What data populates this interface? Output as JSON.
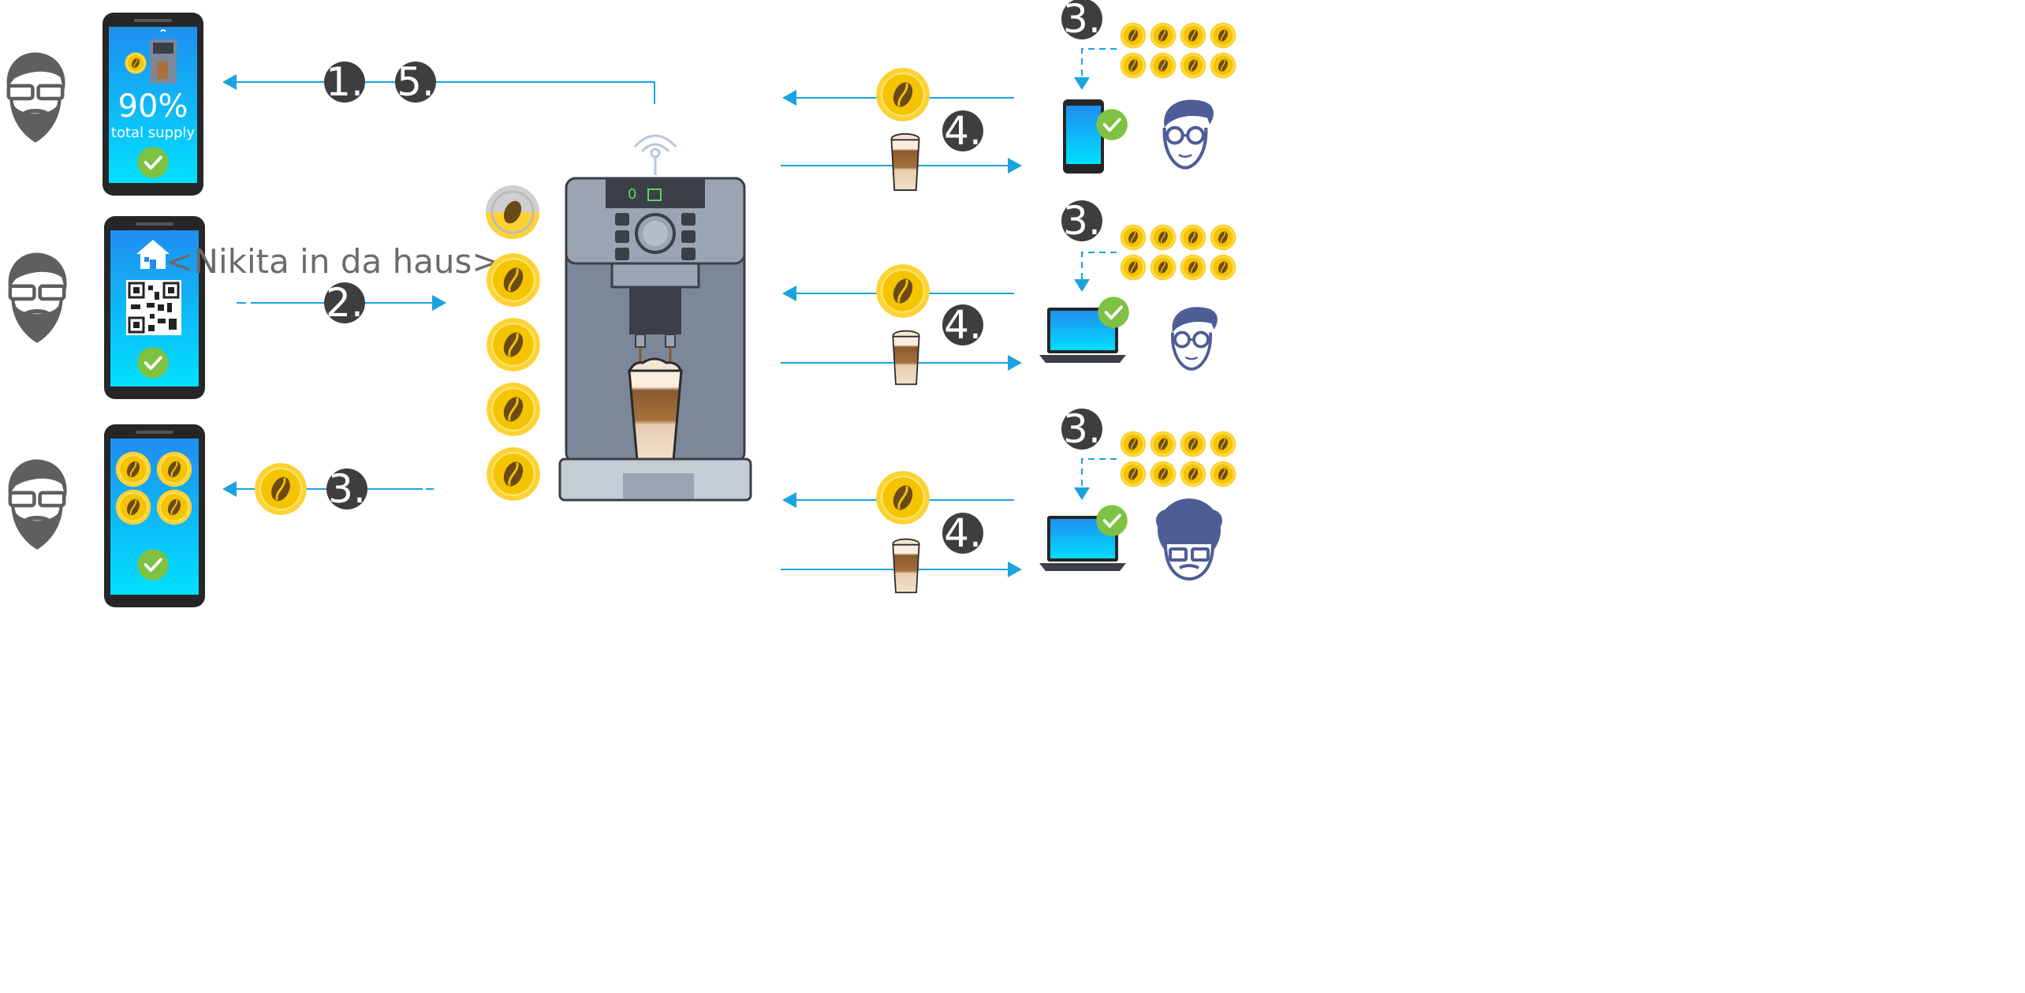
{
  "colors": {
    "arrow": "#1aa3e0",
    "step_badge": "#3e3e3e",
    "coin_outer": "#ffd233",
    "coin_inner": "#f5c400",
    "coin_bean": "#6b4a1a",
    "check": "#7dc242",
    "screen_top": "#1f8ef0",
    "screen_bottom": "#00e0ff",
    "phone_body": "#262626",
    "avatar_grey": "#5f5f5f",
    "avatar_blue": "#4e5d96",
    "machine_body": "#7c8799",
    "machine_light": "#9aa4b3"
  },
  "left_phones": [
    {
      "icon": "coffee-machine-icon",
      "percent": "90%",
      "caption": "total supply",
      "status": "check-icon"
    },
    {
      "icon": "home-icon",
      "code": "qr-code",
      "status": "check-icon"
    },
    {
      "icon": "coin-icon",
      "coins": 4,
      "status": "check-icon"
    }
  ],
  "flows": {
    "top_left": {
      "steps": [
        "1.",
        "5."
      ]
    },
    "middle_left": {
      "step": "2.",
      "message": "<Nikita in da haus>"
    },
    "bottom_left": {
      "step": "3."
    },
    "right": [
      {
        "step_supply": "3.",
        "step_exchange": "4.",
        "device": "smartphone",
        "user": "blue-avatar-glasses"
      },
      {
        "step_supply": "3.",
        "step_exchange": "4.",
        "device": "laptop",
        "user": "blue-avatar-round-glasses"
      },
      {
        "step_supply": "3.",
        "step_exchange": "4.",
        "device": "laptop",
        "user": "blue-avatar-curly-hair"
      }
    ]
  },
  "machine": {
    "icon": "coffee-machine-icon",
    "coin_stack": 5,
    "wifi": "wifi-icon"
  }
}
